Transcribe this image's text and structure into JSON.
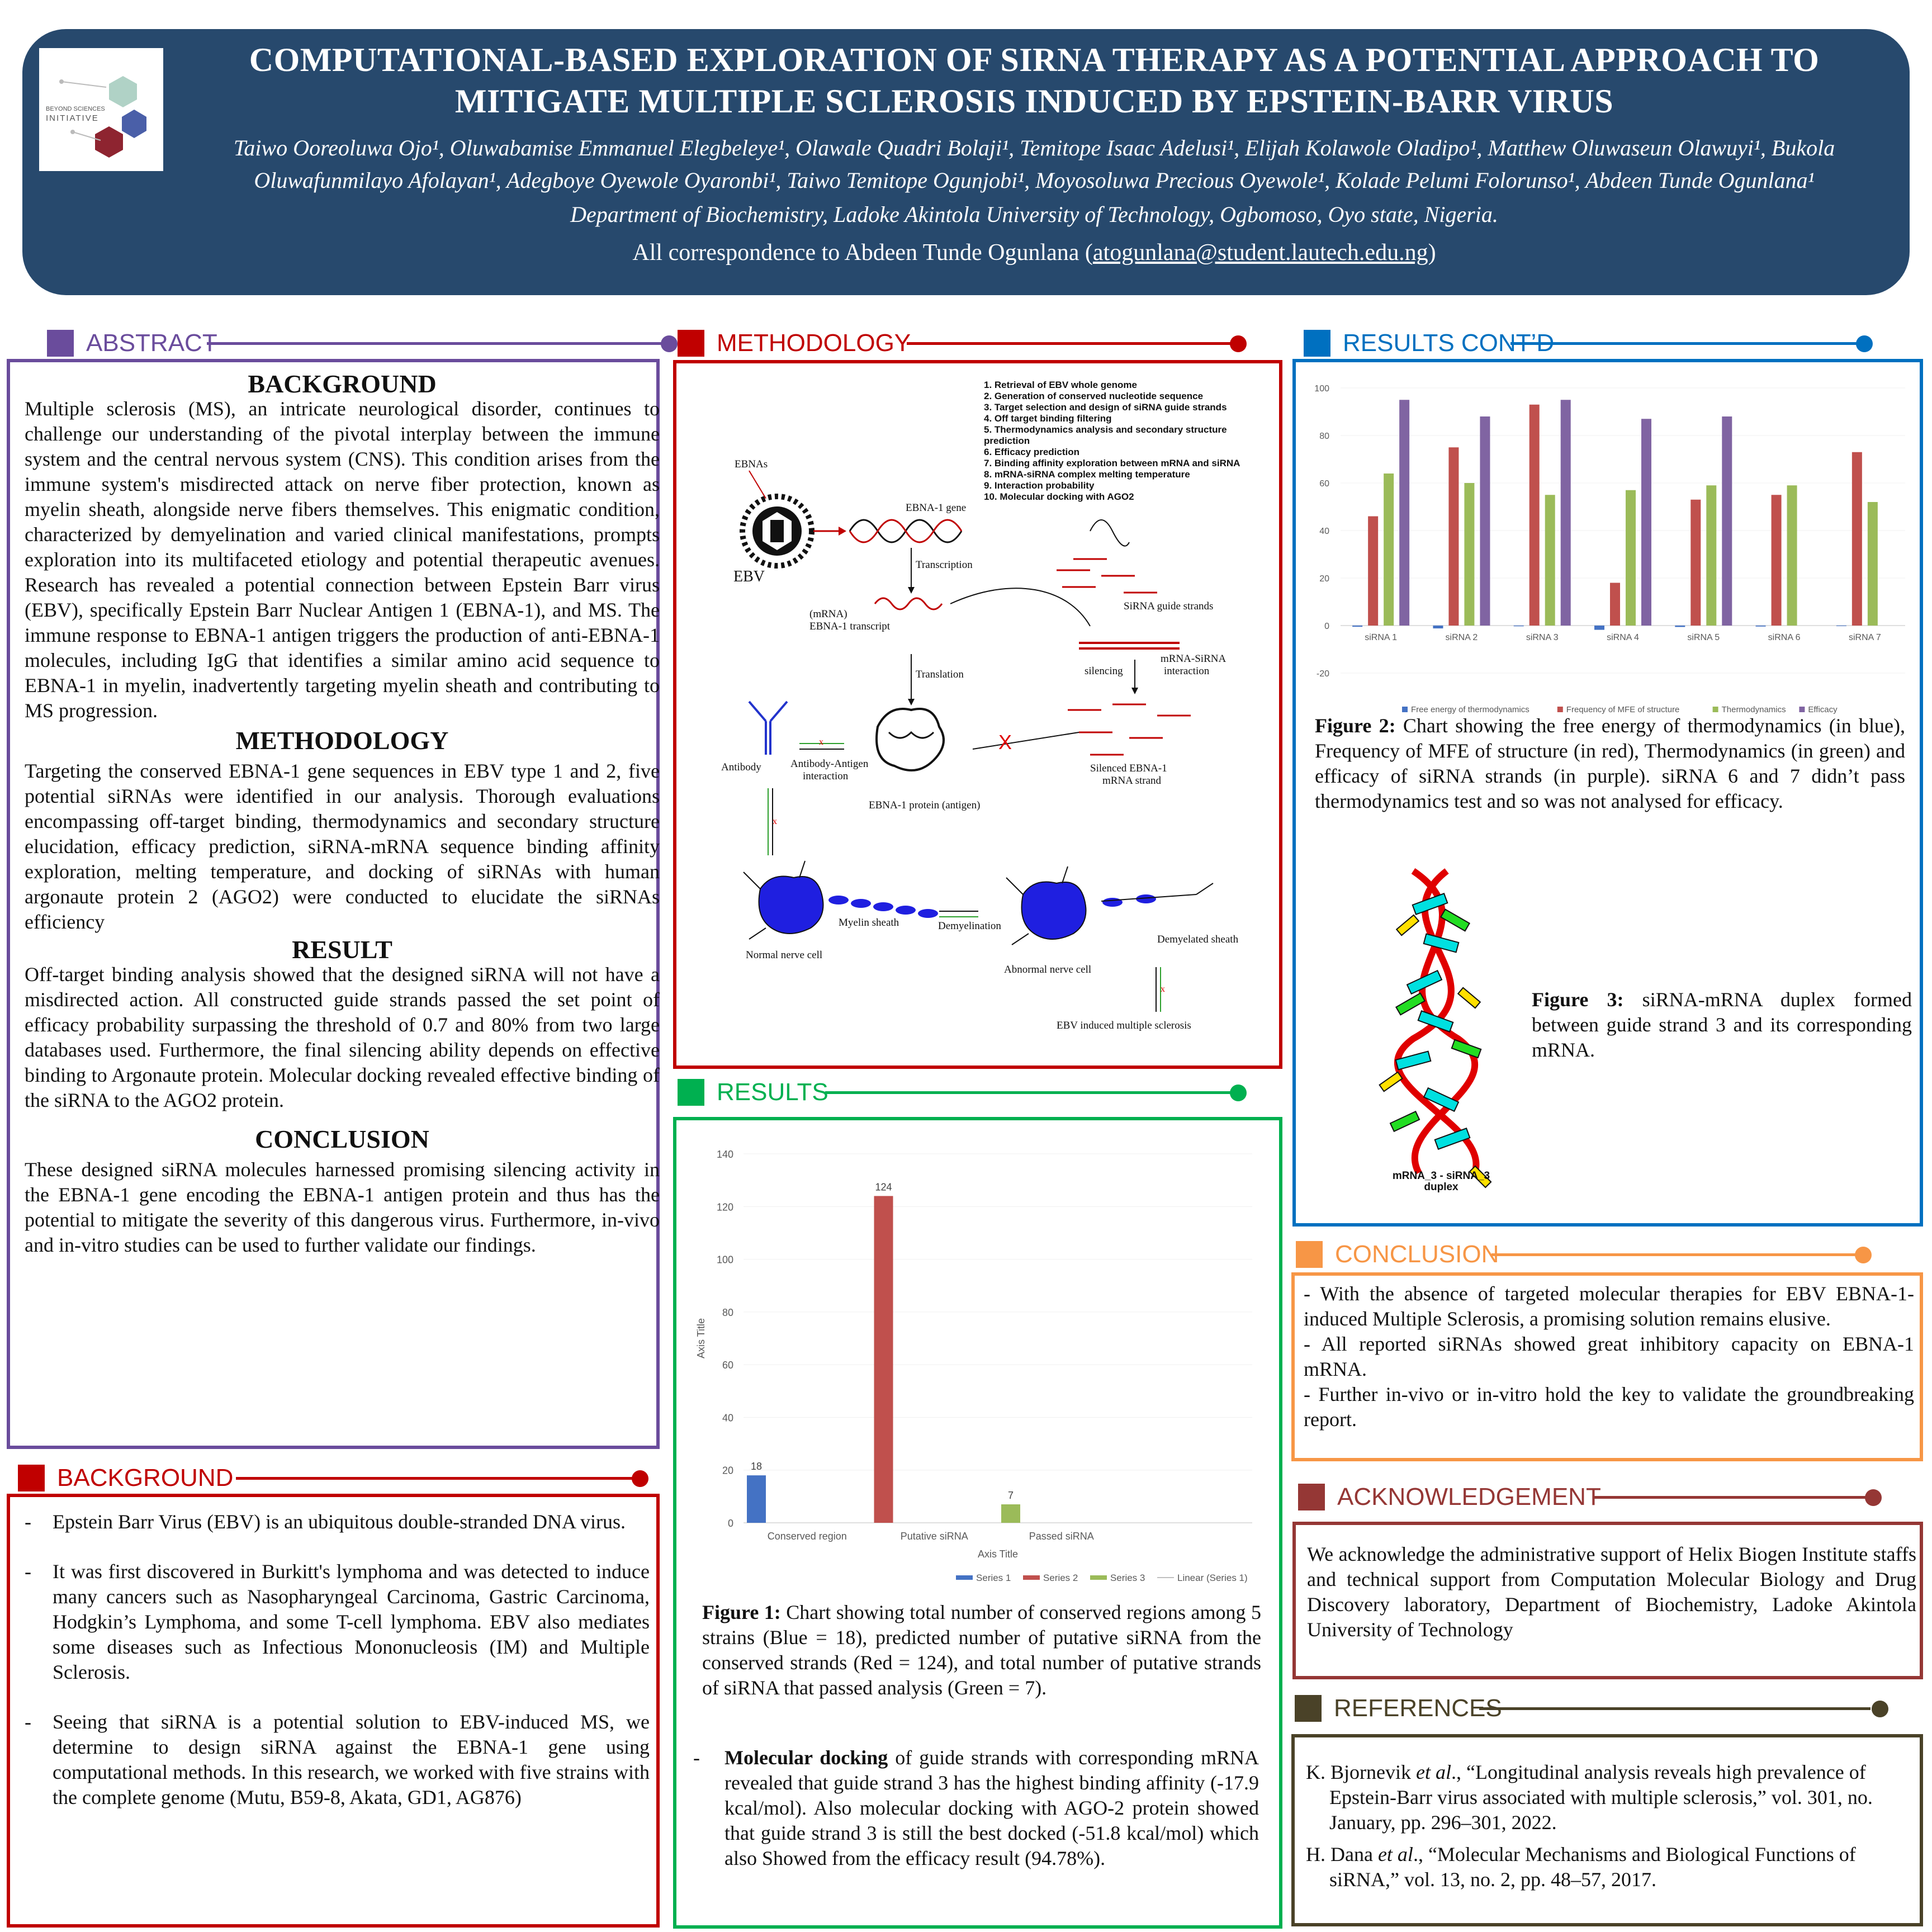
{
  "header": {
    "title": "COMPUTATIONAL-BASED EXPLORATION OF SIRNA THERAPY AS A POTENTIAL APPROACH TO MITIGATE MULTIPLE SCLEROSIS INDUCED BY EPSTEIN-BARR VIRUS",
    "authors": "Taiwo Ooreoluwa Ojo¹, Oluwabamise Emmanuel Elegbeleye¹, Olawale Quadri Bolaji¹, Temitope Isaac Adelusi¹, Elijah Kolawole Oladipo¹, Matthew Oluwaseun Olawuyi¹, Bukola Oluwafunmilayo Afolayan¹, Adegboye Oyewole Oyaronbi¹, Taiwo Temitope Ogunjobi¹, Moyosoluwa Precious Oyewole¹, Kolade Pelumi Folorunso¹, Abdeen Tunde Ogunlana¹",
    "department": "Department of  Biochemistry, Ladoke Akintola University of  Technology, Ogbomoso, Oyo state, Nigeria.",
    "correspondence_prefix": "All correspondence to Abdeen Tunde Ogunlana (",
    "email": "atogunlana@student.lautech.edu.ng",
    "correspondence_suffix": ")",
    "logo_text_top": "BEYOND SCIENCES",
    "logo_text_bottom": "INITIATIVE"
  },
  "abstract": {
    "heading": "ABSTRACT",
    "bg_title": "BACKGROUND",
    "bg_text": "Multiple sclerosis (MS), an intricate neurological disorder, continues to challenge our understanding of the pivotal interplay between the immune system and the central nervous system (CNS). This condition arises from the immune system's misdirected attack on nerve fiber protection, known as myelin sheath, alongside nerve fibers themselves. This enigmatic condition, characterized by demyelination and varied clinical manifestations, prompts exploration into its multifaceted etiology and potential therapeutic avenues. Research has revealed a potential connection between Epstein Barr virus (EBV), specifically Epstein Barr Nuclear Antigen 1 (EBNA-1), and MS. The immune response to EBNA-1 antigen triggers the production of anti-EBNA-1 molecules, including IgG that identifies a similar amino acid sequence to EBNA-1 in myelin, inadvertently targeting myelin sheath and contributing to MS progression.",
    "meth_title": "METHODOLOGY",
    "meth_text": "Targeting the conserved EBNA-1 gene sequences in EBV type 1 and 2, five potential siRNAs were identified in our analysis. Thorough evaluations encompassing off-target binding, thermodynamics and secondary structure elucidation, efficacy prediction, siRNA-mRNA sequence binding affinity exploration, melting temperature, and docking of siRNAs with human argonaute protein 2 (AGO2) were conducted to elucidate the siRNAs efficiency",
    "res_title": "RESULT",
    "res_text": "Off-target binding analysis showed that the designed siRNA will not have a misdirected action. All constructed guide strands passed the set point of efficacy probability surpassing the threshold of 0.7 and 80% from two large databases used. Furthermore, the final silencing ability depends on effective binding to Argonaute protein. Molecular docking revealed effective binding of the siRNA to the AGO2 protein.",
    "conc_title": "CONCLUSION",
    "conc_text": "These designed siRNA molecules harnessed promising silencing activity in the EBNA-1 gene encoding the EBNA-1 antigen protein and thus has the potential to mitigate the severity of this dangerous virus. Furthermore, in-vivo and in-vitro studies can be used to further validate our findings."
  },
  "background": {
    "heading": "BACKGROUND",
    "items": [
      "Epstein Barr Virus (EBV) is an ubiquitous double-stranded DNA virus.",
      "It was first discovered in Burkitt's lymphoma and was detected to induce many cancers such as Nasopharyngeal Carcinoma, Gastric Carcinoma, Hodgkin’s Lymphoma, and some T-cell lymphoma. EBV also mediates some diseases such as Infectious Mononucleosis (IM) and Multiple Sclerosis.",
      "Seeing that siRNA is a potential solution to EBV-induced MS, we determine to design siRNA against the EBNA-1 gene using computational methods. In this research, we worked with five strains with the complete genome (Mutu, B59-8, Akata, GD1, AG876)"
    ]
  },
  "methodology": {
    "heading": "METHODOLOGY",
    "steps": [
      "1. Retrieval of EBV whole genome",
      "2. Generation of conserved nucleotide sequence",
      "3. Target selection and design of siRNA guide strands",
      "4. Off target binding filtering",
      "5. Thermodynamics analysis and secondary structure",
      "prediction",
      "6. Efficacy prediction",
      "7. Binding affinity exploration between mRNA and siRNA",
      "8. mRNA-siRNA complex melting temperature",
      "9. Interaction probability",
      "10. Molecular docking with AGO2"
    ],
    "labels": {
      "ebnas": "EBNAs",
      "ebv": "EBV",
      "ebna1_gene": "EBNA-1 gene",
      "transcription": "Transcription",
      "mrna_1": "(mRNA)",
      "mrna_2": "EBNA-1 transcript",
      "sirna_guide": "SiRNA guide strands",
      "silencing": "silencing",
      "mrna_sirna_1": "mRNA-SiRNA",
      "mrna_sirna_2": "interaction",
      "translation": "Translation",
      "antibody": "Antibody",
      "ab_ag_1": "Antibody-Antigen",
      "ab_ag_2": "interaction",
      "ebna1_protein": "EBNA-1 protein (antigen)",
      "silenced_1": "Silenced EBNA-1",
      "silenced_2": "mRNA strand",
      "myelin": "Myelin sheath",
      "demyelination": "Demyelination",
      "demyelated": "Demyelated sheath",
      "normal_cell": "Normal nerve cell",
      "abnormal_cell": "Abnormal nerve cell",
      "ebv_ms": "EBV induced multiple sclerosis",
      "x_mark": "x",
      "x_big": "X"
    }
  },
  "results": {
    "heading": "RESULTS",
    "fig1_label": "Figure 1:",
    "fig1_caption": " Chart showing total number of conserved regions among 5 strains (Blue = 18), predicted number of putative siRNA from the conserved strands (Red = 124), and total number of putative strands of siRNA that passed analysis (Green = 7).",
    "docking_bold": "Molecular docking",
    "docking_text": " of guide strands with corresponding mRNA revealed that guide strand 3 has the highest binding affinity (-17.9 kcal/mol). Also molecular docking with AGO-2 protein showed that guide strand 3 is still the best docked (-51.8 kcal/mol) which also Showed from the efficacy result (94.78%)."
  },
  "results_cont": {
    "heading": "RESULTS CONT’D",
    "fig2_label": "Figure 2:",
    "fig2_caption": "  Chart showing the free energy of thermodynamics (in blue), Frequency of MFE of structure (in red), Thermodynamics (in green) and efficacy of siRNA strands (in purple). siRNA 6 and 7 didn’t pass thermodynamics test and so was not analysed for efficacy.",
    "fig3_label": "Figure 3:",
    "fig3_caption": " siRNA-mRNA duplex formed between guide strand 3 and its corresponding mRNA.",
    "duplex_label_1": "mRNA_3 - siRNA_3",
    "duplex_label_2": "duplex"
  },
  "conclusion": {
    "heading": "CONCLUSION",
    "items": [
      "- With the absence of targeted molecular therapies for EBV EBNA-1-induced Multiple Sclerosis, a promising solution remains elusive.",
      "- All reported siRNAs showed great inhibitory capacity on EBNA-1 mRNA.",
      "- Further in-vivo or in-vitro hold the key to validate the groundbreaking report."
    ]
  },
  "acknowledgement": {
    "heading": "ACKNOWLEDGEMENT",
    "text": "We acknowledge the administrative support of Helix Biogen Institute staffs and technical support from Computation Molecular Biology and Drug Discovery laboratory, Department of Biochemistry, Ladoke Akintola University of Technology"
  },
  "references": {
    "heading": "REFERENCES",
    "r1_a": "K. Bjornevik ",
    "r1_etal": "et al",
    "r1_b": "., “Longitudinal analysis reveals high prevalence of Epstein-Barr virus associated with multiple sclerosis,” vol. 301, no. January, pp. 296–301, 2022.",
    "r2_a": "H. Dana ",
    "r2_etal": "et al",
    "r2_b": "., “Molecular Mechanisms and Biological Functions of siRNA,” vol. 13, no. 2, pp. 48–57, 2017."
  },
  "colors": {
    "header": "#27496d",
    "abstract": "#6a4c9c",
    "background": "#c00000",
    "methodology": "#c00000",
    "results": "#00b050",
    "results_cont": "#0070c0",
    "conclusion": "#f79646",
    "acknowledgement": "#953735",
    "references": "#4a4228"
  },
  "chart_data": [
    {
      "type": "bar",
      "categories": [
        "Conserved region",
        "Putative siRNA",
        "Passed siRNA"
      ],
      "series": [
        {
          "name": "Series 1",
          "color": "#4472c4",
          "values": [
            18,
            null,
            null
          ]
        },
        {
          "name": "Series 2",
          "color": "#c0504d",
          "values": [
            null,
            124,
            null
          ]
        },
        {
          "name": "Series 3",
          "color": "#9bbb59",
          "values": [
            null,
            null,
            7
          ]
        }
      ],
      "legend_extra": "Linear (Series 1)",
      "data_labels": [
        "18",
        "124",
        "7"
      ],
      "xlabel": "Axis Title",
      "ylabel": "Axis Title",
      "ylim": [
        0,
        140
      ],
      "yticks": [
        "0",
        "20",
        "40",
        "60",
        "80",
        "100",
        "120",
        "140"
      ],
      "legend": "bottom"
    },
    {
      "type": "bar",
      "categories": [
        "siRNA 1",
        "siRNA 2",
        "siRNA 3",
        "siRNA 4",
        "siRNA 5",
        "siRNA 6",
        "siRNA 7"
      ],
      "series": [
        {
          "name": "Free energy of thermodynamics",
          "color": "#4472c4",
          "values": [
            -0.5,
            -1.2,
            -0.3,
            -1.8,
            -0.6,
            -0.4,
            0
          ]
        },
        {
          "name": "Frequency of MFE of structure",
          "color": "#c0504d",
          "values": [
            46,
            75,
            93,
            18,
            53,
            55,
            73
          ]
        },
        {
          "name": "Thermodynamics",
          "color": "#9bbb59",
          "values": [
            64,
            60,
            55,
            57,
            59,
            59,
            52
          ]
        },
        {
          "name": "Efficacy",
          "color": "#8064a2",
          "values": [
            95,
            88,
            95,
            87,
            88,
            null,
            null
          ]
        }
      ],
      "ylim": [
        -20,
        100
      ],
      "yticks": [
        "-20",
        "0",
        "20",
        "40",
        "60",
        "80",
        "100"
      ],
      "legend": "bottom"
    }
  ]
}
